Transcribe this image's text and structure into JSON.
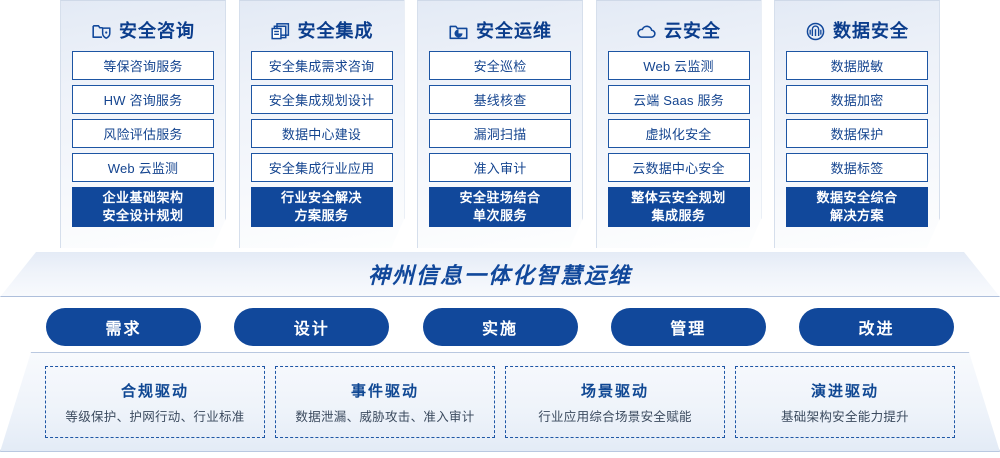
{
  "accent": {
    "deep_blue": "#11489b",
    "title_blue": "#0b3d8c",
    "outline_blue": "#1d55a3",
    "card_bg_top": "#e3eaf5",
    "card_bg_bottom": "#fdfefe",
    "white": "#ffffff",
    "sub_text": "#3b4a5e"
  },
  "pillars": [
    {
      "icon": "folder-shield-icon",
      "title": "安全咨询",
      "services": [
        "等保咨询服务",
        "HW 咨询服务",
        "风险评估服务",
        "Web 云监测"
      ],
      "highlight": [
        "企业基础架构",
        "安全设计规划"
      ]
    },
    {
      "icon": "stacked-documents-icon",
      "title": "安全集成",
      "services": [
        "安全集成需求咨询",
        "安全集成规划设计",
        "数据中心建设",
        "安全集成行业应用"
      ],
      "highlight": [
        "行业安全解决",
        "方案服务"
      ]
    },
    {
      "icon": "folder-chart-icon",
      "title": "安全运维",
      "services": [
        "安全巡检",
        "基线核查",
        "漏洞扫描",
        "准入审计"
      ],
      "highlight": [
        "安全驻场结合",
        "单次服务"
      ]
    },
    {
      "icon": "cloud-icon",
      "title": "云安全",
      "services": [
        "Web 云监测",
        "云端 Saas 服务",
        "虚拟化安全",
        "云数据中心安全"
      ],
      "highlight": [
        "整体云安全规划",
        "集成服务"
      ]
    },
    {
      "icon": "fingerprint-icon",
      "title": "数据安全",
      "services": [
        "数据脱敏",
        "数据加密",
        "数据保护",
        "数据标签"
      ],
      "highlight": [
        "数据安全综合",
        "解决方案"
      ]
    }
  ],
  "banner": {
    "text": "神州信息一体化智慧运维"
  },
  "pills": [
    {
      "label": "需求"
    },
    {
      "label": "设计"
    },
    {
      "label": "实施"
    },
    {
      "label": "管理"
    },
    {
      "label": "改进"
    }
  ],
  "drivers": [
    {
      "title": "合规驱动",
      "subtitle": "等级保护、护网行动、行业标准"
    },
    {
      "title": "事件驱动",
      "subtitle": "数据泄漏、威胁攻击、准入审计"
    },
    {
      "title": "场景驱动",
      "subtitle": "行业应用综合场景安全赋能"
    },
    {
      "title": "演进驱动",
      "subtitle": "基础架构安全能力提升"
    }
  ]
}
